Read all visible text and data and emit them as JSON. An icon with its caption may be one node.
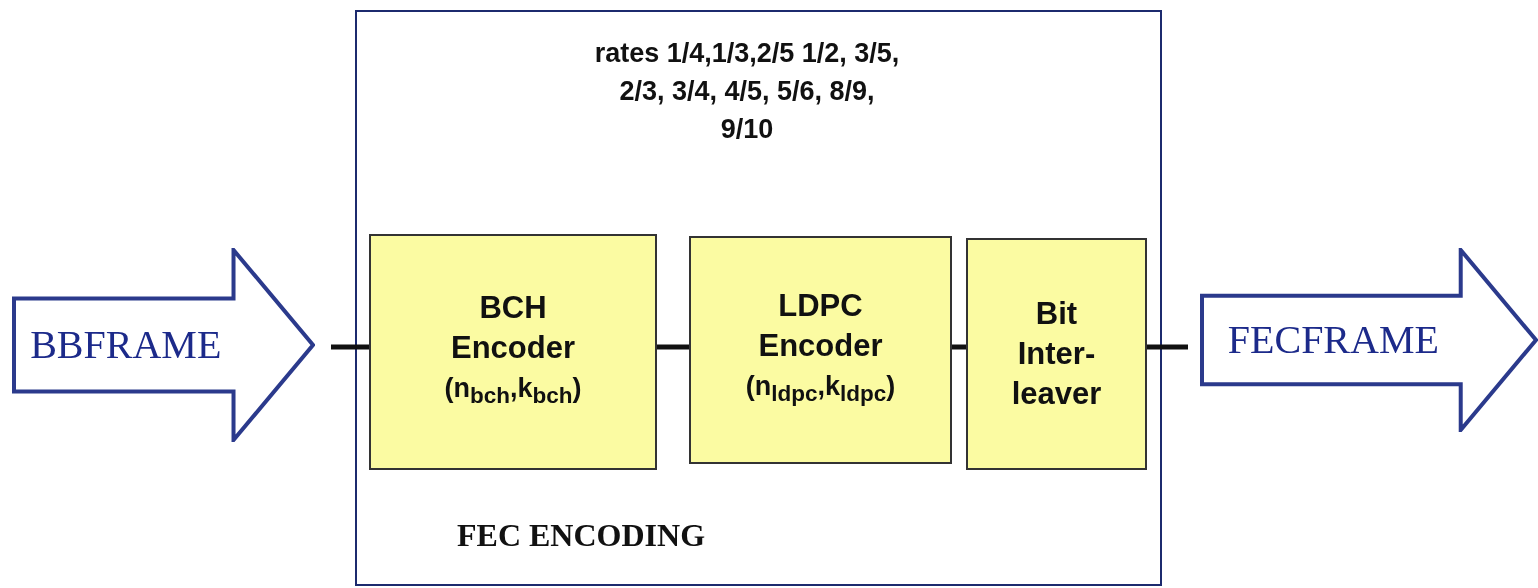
{
  "diagram": {
    "nodes": [
      {
        "text": [
          "BBFRAME"
        ]
      },
      {
        "text": [
          "rates 1/4,1/3,2/5 1/2, 3/5, 2/3, 3/4, 4/5, 5/6, 8/9, 9/10",
          "FEC ENCODING"
        ]
      },
      {
        "text": [
          "BCH Encoder",
          "(n$_{bch}$,k$_{bch}$)"
        ],
        "in": 1
      },
      {
        "text": [
          "LDPC Encoder",
          "(n$_{ldpc}$,k$_{ldpc}$)"
        ],
        "in": 1
      },
      {
        "text": [
          "Bit Inter- leaver"
        ],
        "in": 1
      },
      {
        "text": [
          "FECFRAME"
        ]
      }
    ],
    "edges": [
      {
        "from": 0,
        "to": 2,
        "arrow": "none"
      },
      {
        "from": 2,
        "to": 3,
        "arrow": "none"
      },
      {
        "from": 3,
        "to": 4,
        "arrow": "none"
      },
      {
        "from": 4,
        "to": 5,
        "arrow": "none"
      }
    ]
  }
}
